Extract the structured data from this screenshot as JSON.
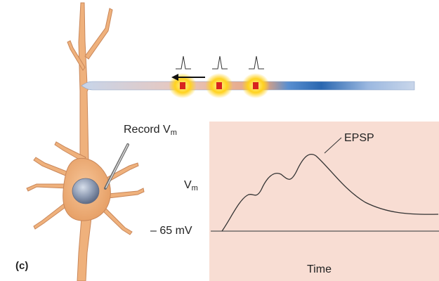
{
  "labels": {
    "record": "Record V",
    "record_sub": "m",
    "epsp": "EPSP",
    "vm": "V",
    "vm_sub": "m",
    "resting": "– 65 mV",
    "time": "Time",
    "panel": "(c)"
  },
  "colors": {
    "neuron_fill": "#efb17c",
    "neuron_outline": "#c9875a",
    "nucleus": "#7f8ea8",
    "axon_light": "#c9d6ea",
    "axon_dark": "#2a67b0",
    "pulse_glow": "#ffd21f",
    "pulse_core": "#d8231f",
    "graph_bg": "#f8ddd3",
    "trace": "#333333"
  },
  "icons": [
    "electrode-icon",
    "arrow-left-icon",
    "spike-icon"
  ],
  "chart_data": {
    "type": "line",
    "xlabel": "Time",
    "ylabel": "Vm",
    "baseline_label": "– 65 mV",
    "annotation": "EPSP",
    "summation_bumps": 3,
    "pulse_count": 3
  }
}
